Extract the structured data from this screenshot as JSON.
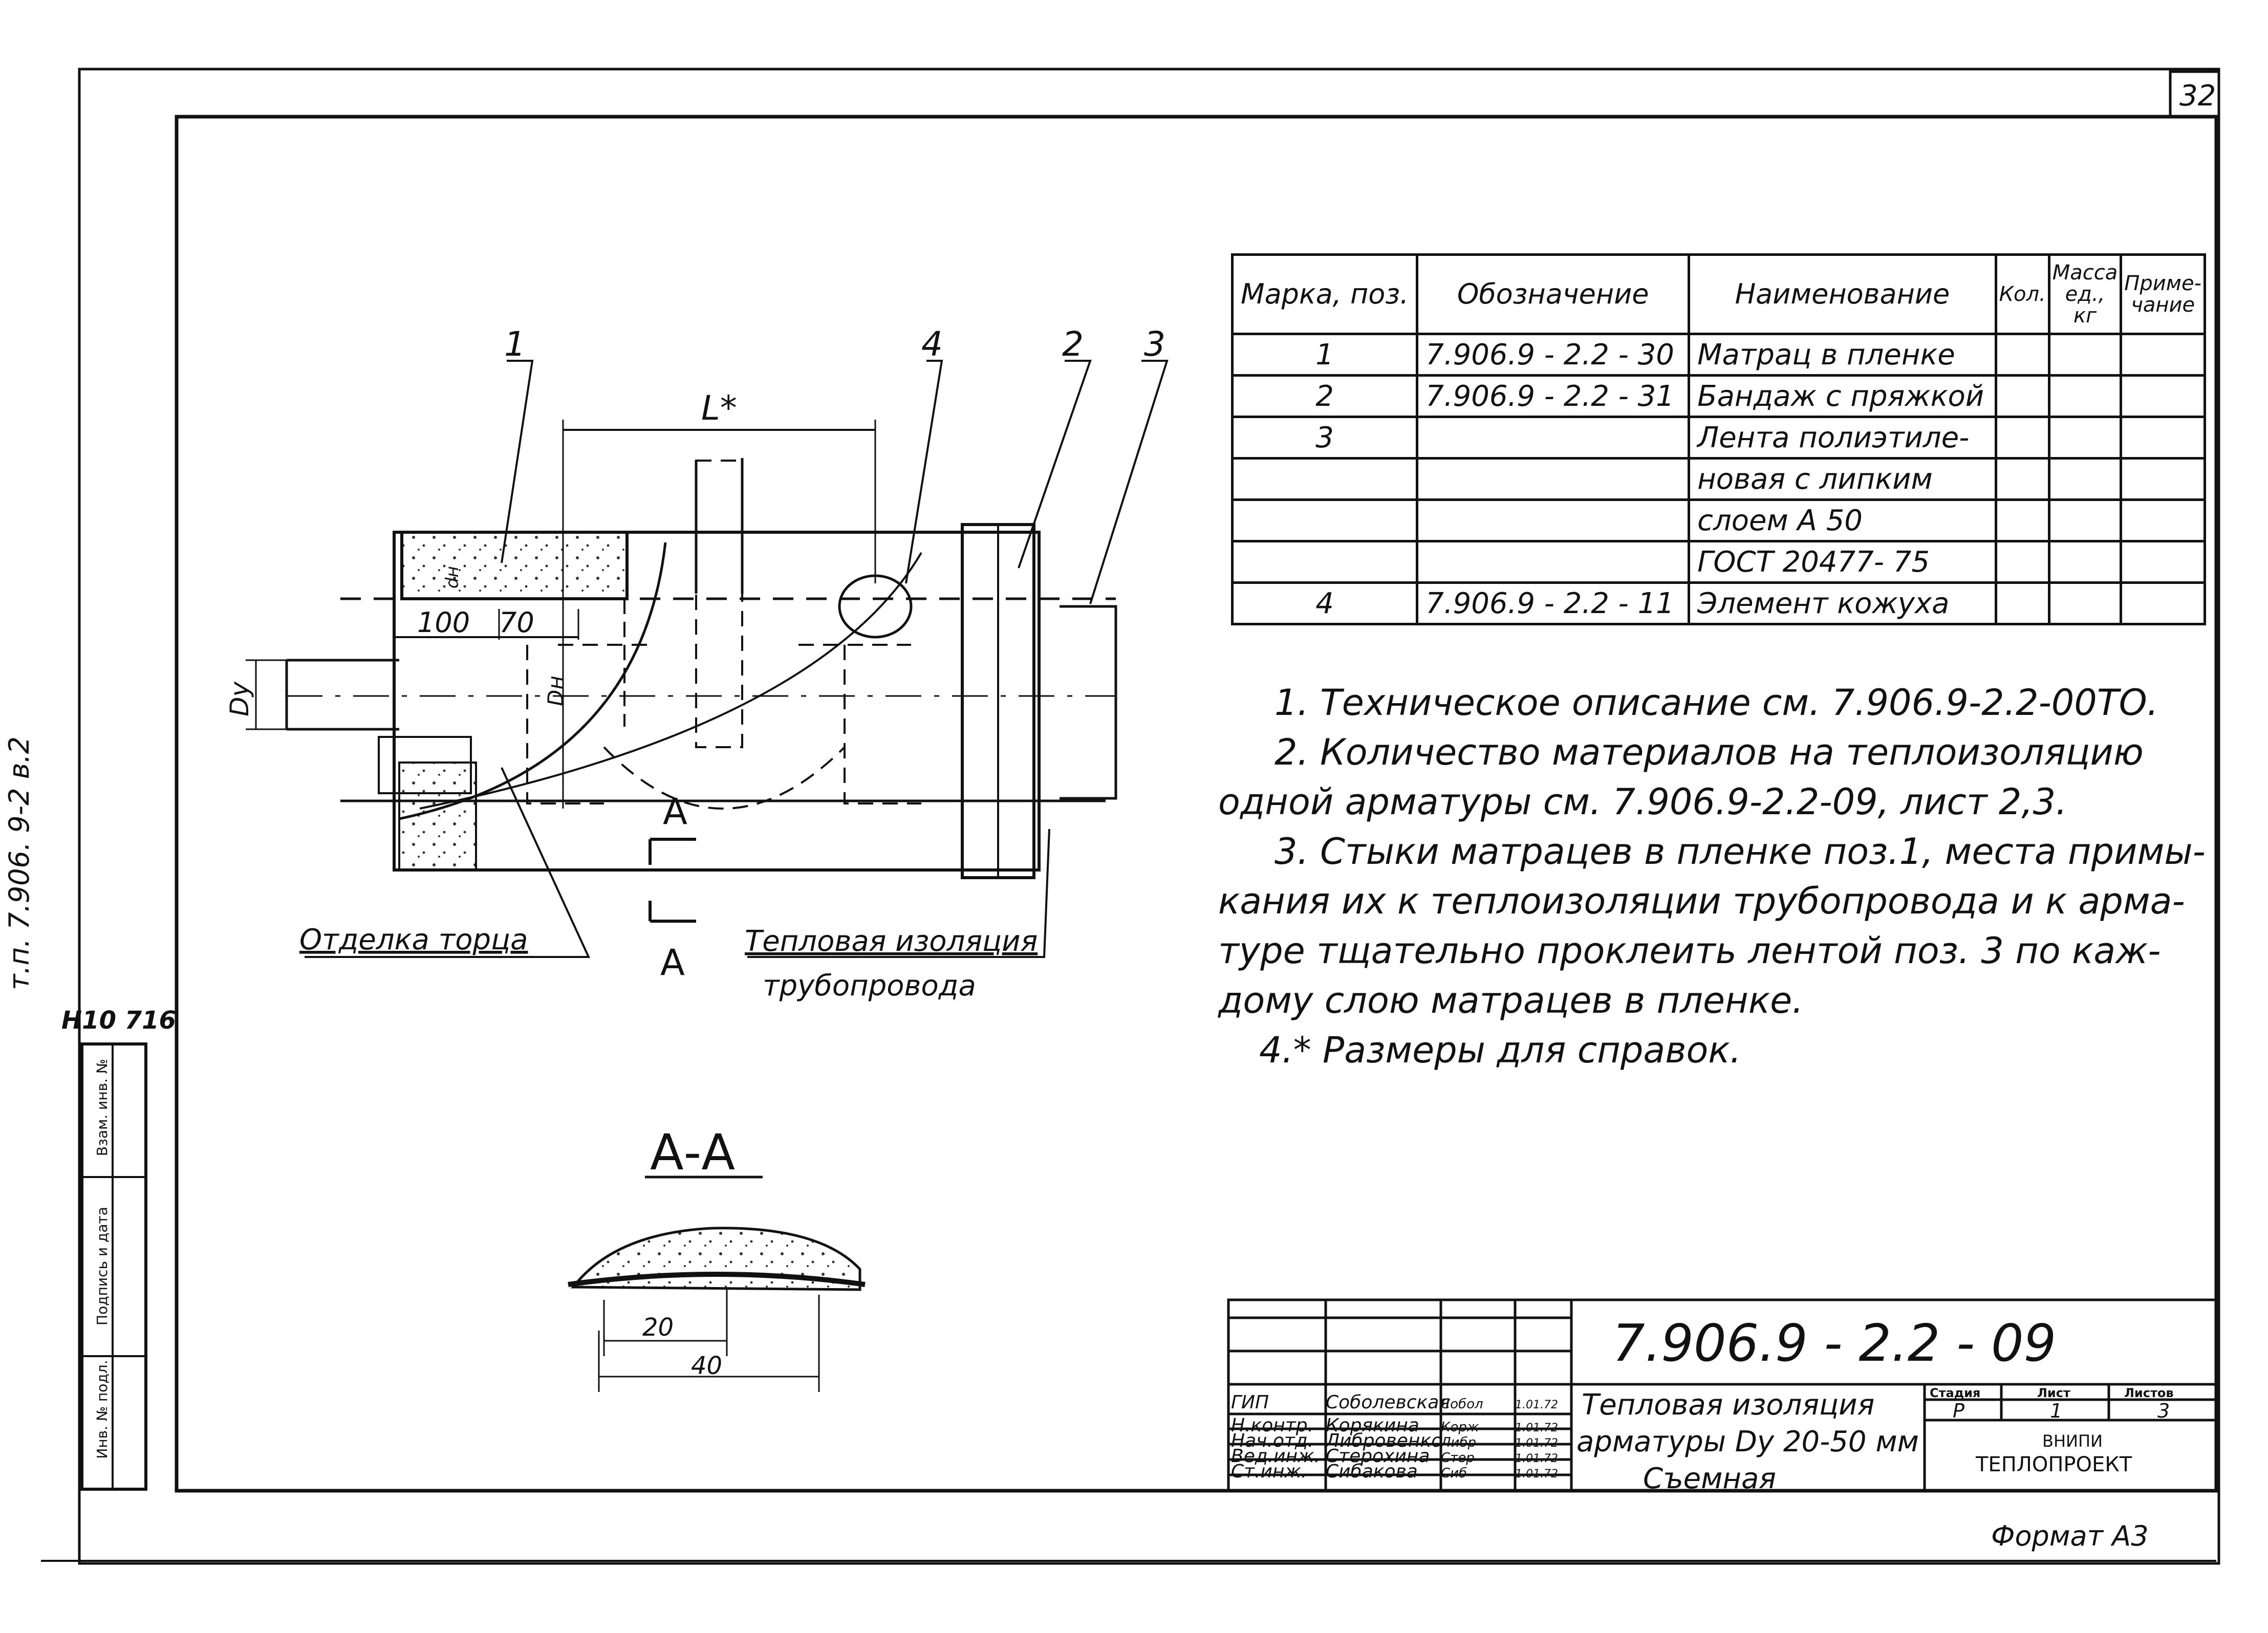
{
  "sheet_number": "32",
  "format_label": "Формат А3",
  "side_labels": {
    "project": "т.п. 7.906. 9-2   в.2",
    "inventory": "Н10 716",
    "stamp_cells": [
      "Инв. № подл.",
      "Подпись и дата",
      "Взам. инв. №"
    ]
  },
  "drawing": {
    "callouts": [
      "1",
      "4",
      "2",
      "3"
    ],
    "dim_L": "L*",
    "dim_100": "100",
    "dim_70": "70",
    "dim_du": "Dу",
    "dim_dn": "Dн",
    "dim_small": "dн",
    "section_mark": "А",
    "label_end": "Отделка торца",
    "label_insulation_1": "Тепловая изоляция",
    "label_insulation_2": "трубопровода",
    "section_title": "А-А",
    "section_dim_20": "20",
    "section_dim_40": "40"
  },
  "spec_table": {
    "headers": [
      "Марка, поз.",
      "Обозначение",
      "Наименование",
      "Кол.",
      "Масса ед., кг",
      "Приме- чание"
    ],
    "rows": [
      [
        "1",
        "7.906.9 - 2.2 - 30",
        "Матрац в пленке",
        "",
        "",
        ""
      ],
      [
        "2",
        "7.906.9 - 2.2 - 31",
        "Бандаж с пряжкой",
        "",
        "",
        ""
      ],
      [
        "3",
        "",
        "Лента полиэтиле-",
        "",
        "",
        ""
      ],
      [
        "",
        "",
        "новая с липким",
        "",
        "",
        ""
      ],
      [
        "",
        "",
        "слоем А 50",
        "",
        "",
        ""
      ],
      [
        "",
        "",
        "ГОСТ 20477- 75",
        "",
        "",
        ""
      ],
      [
        "4",
        "7.906.9 - 2.2 - 11",
        "Элемент кожуха",
        "",
        "",
        ""
      ]
    ]
  },
  "notes": [
    "1. Техническое описание см. 7.906.9-2.2-00ТО.",
    "2. Количество материалов на теплоизоляцию",
    "одной арматуры см. 7.906.9-2.2-09, лист 2,3.",
    "3. Стыки матрацев в пленке поз.1, места примы-",
    "кания их к теплоизоляции трубопровода и к арма-",
    "туре тщательно проклеить лентой поз. 3 по каж-",
    "дому слою матрацев в пленке.",
    "4.* Размеры для справок."
  ],
  "title_block": {
    "doc_code": "7.906.9 - 2.2 - 09",
    "title_lines": [
      "Тепловая изоляция",
      "арматуры Dу 20-50 мм",
      "Съемная"
    ],
    "roles": [
      {
        "role": "ГИП",
        "name": "Соболевская",
        "sign": "Собол",
        "date": "1.01.72"
      },
      {
        "role": "Н.контр.",
        "name": "Корякина",
        "sign": "Корж",
        "date": "1.01.72"
      },
      {
        "role": "Нач.отд.",
        "name": "Либровенко",
        "sign": "Либр",
        "date": "1.01.72"
      },
      {
        "role": "Вед.инж.",
        "name": "Стерохина",
        "sign": "Стер",
        "date": "1.01.72"
      },
      {
        "role": "Ст.инж.",
        "name": "Сибакова",
        "sign": "Сиб",
        "date": "1.01.72"
      }
    ],
    "stage_header": "Стадия",
    "sheet_header": "Лист",
    "sheets_header": "Листов",
    "stage": "Р",
    "sheet": "1",
    "sheets": "3",
    "org_1": "ВНИПИ",
    "org_2": "ТЕПЛОПРОЕКТ"
  }
}
